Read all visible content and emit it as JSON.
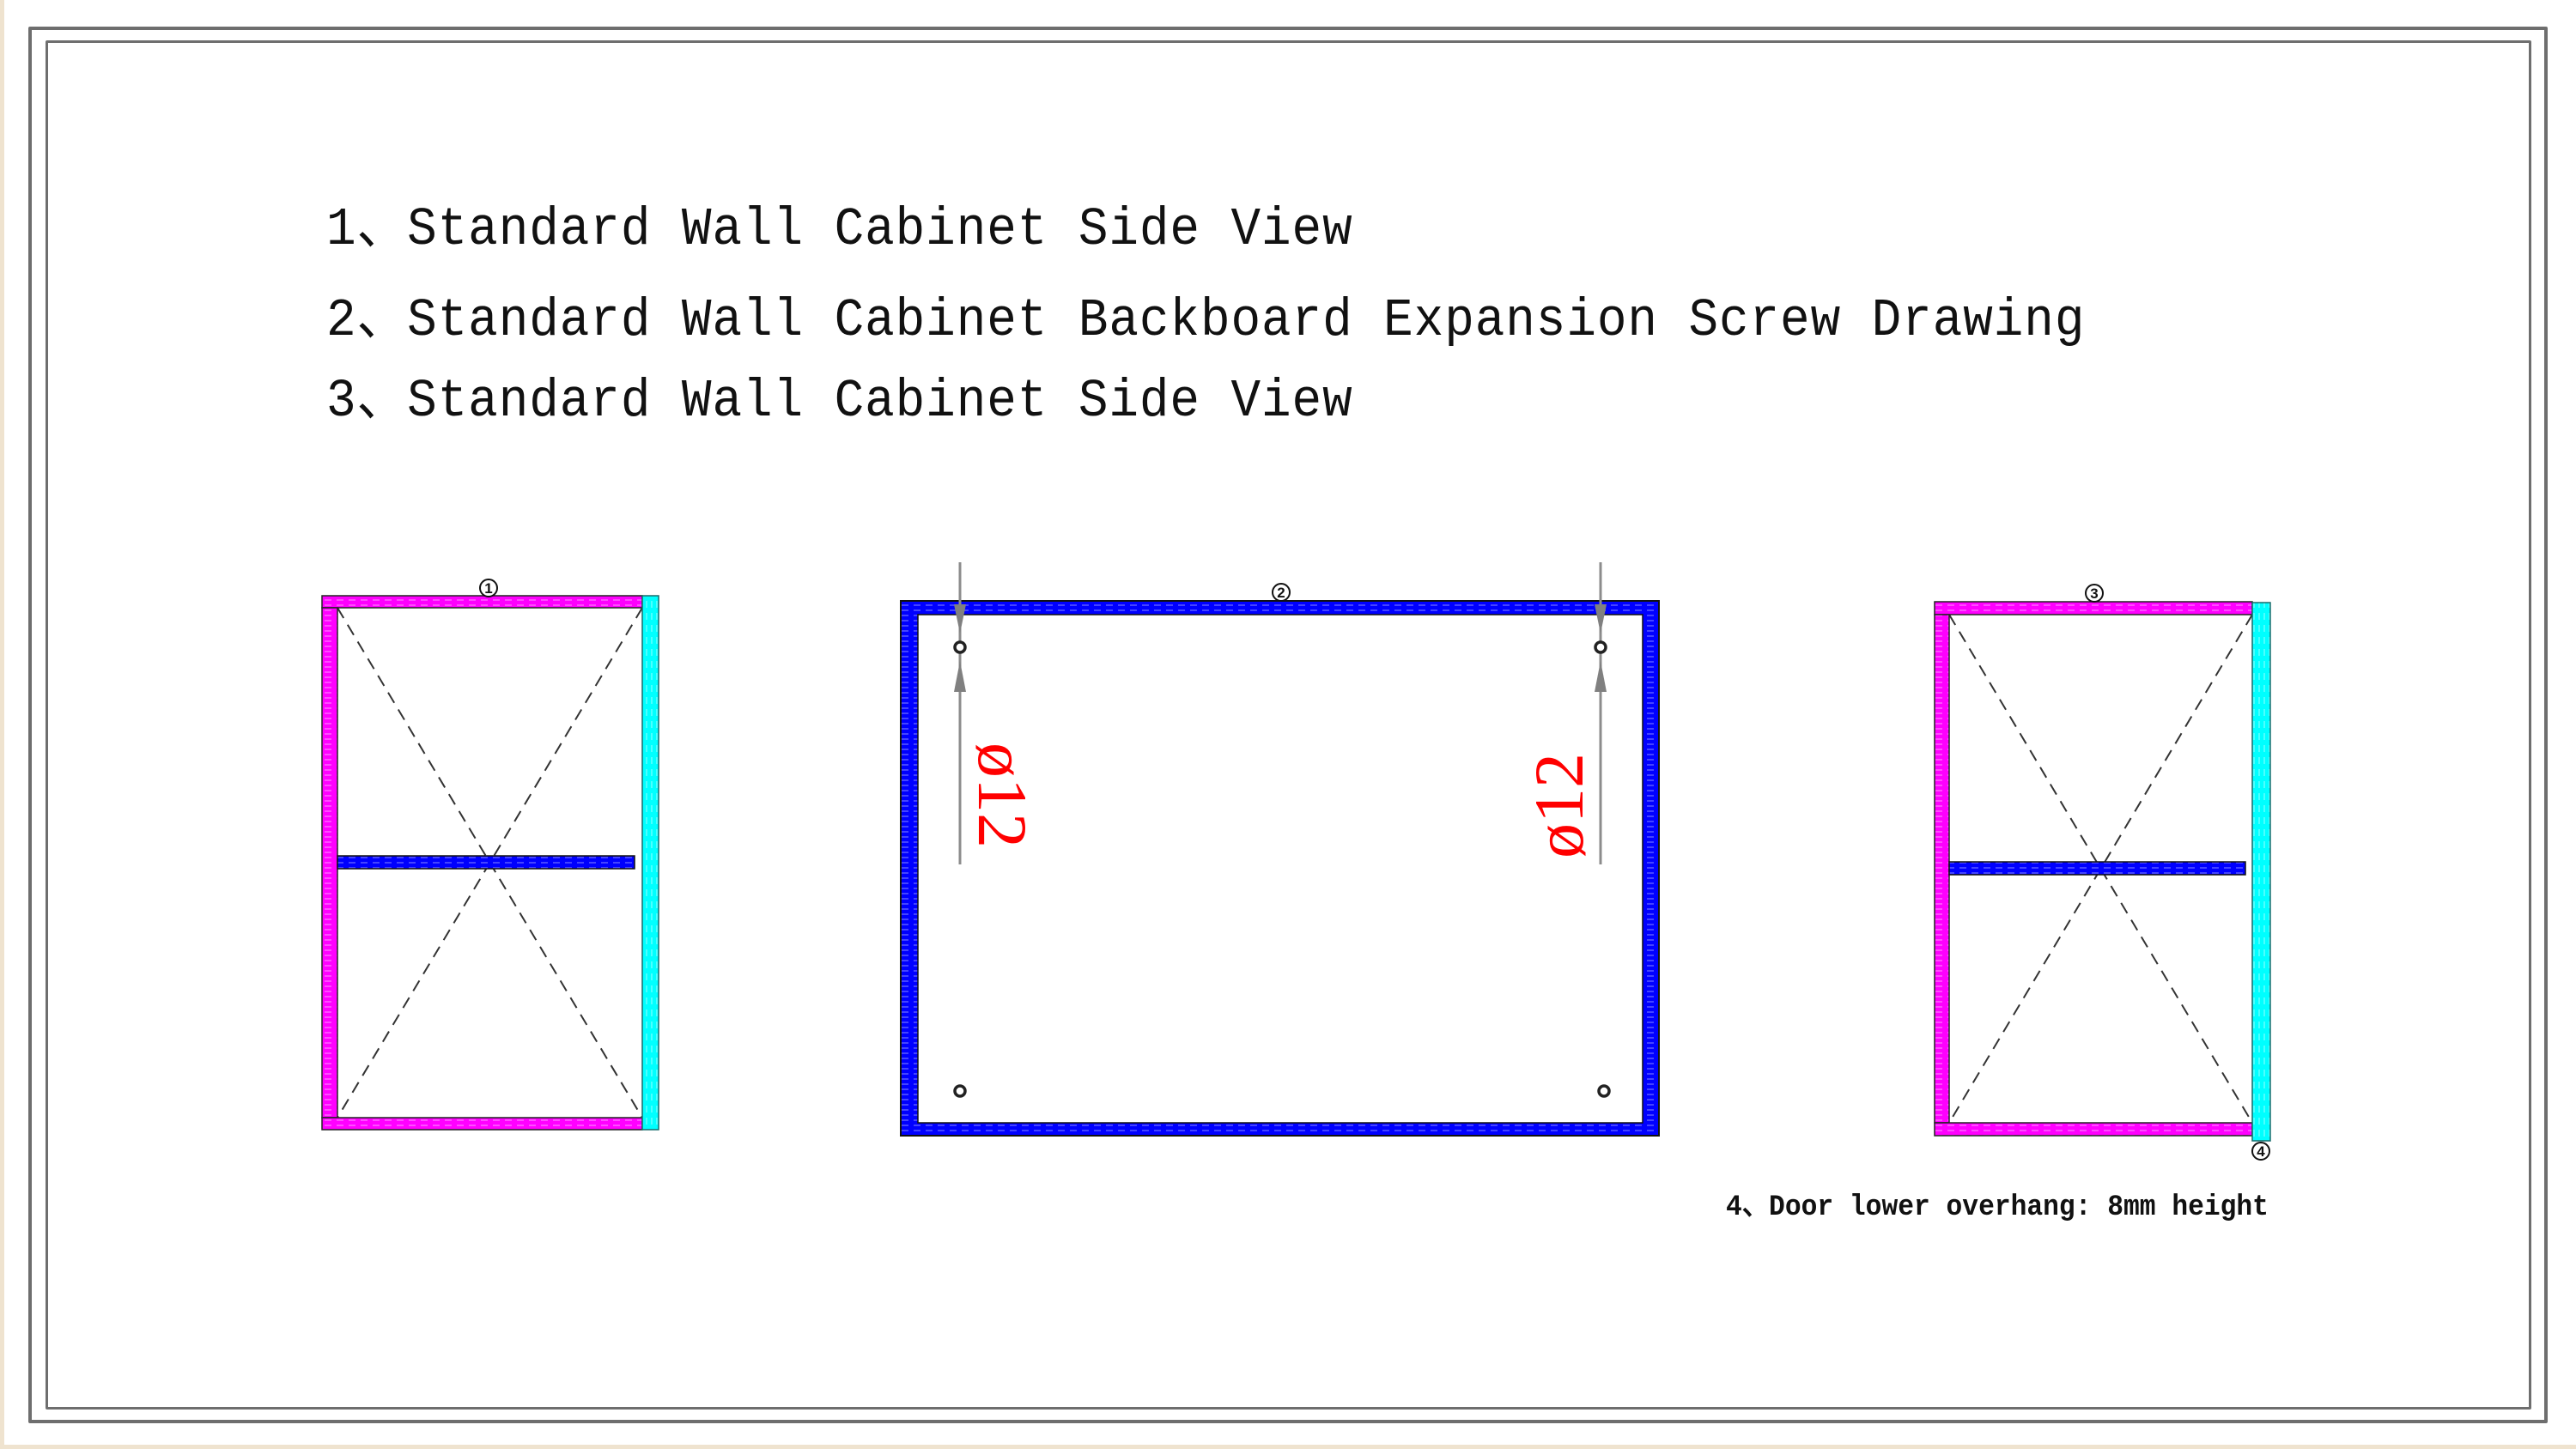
{
  "titles": [
    "1、Standard Wall Cabinet Side View",
    "2、Standard Wall Cabinet Backboard Expansion Screw Drawing",
    "3、Standard Wall Cabinet Side View"
  ],
  "note": "4、Door lower overhang: 8mm height",
  "markers": {
    "m1": "1",
    "m2": "2",
    "m3": "3",
    "m4": "4"
  },
  "dimensions": {
    "left_hole_label": "ø12",
    "right_hole_label": "ø12"
  },
  "colors": {
    "side_panel": "#ff00ff",
    "shelf": "#0000ff",
    "backboard": "#0000ff",
    "door": "#00ffff",
    "dimension_text": "#ff0000",
    "leader_line": "#8c8c8c",
    "frame": "#6e6e6e"
  },
  "drawings": [
    {
      "id": "side-view-1",
      "marker": "1",
      "description": "Standard Wall Cabinet Side View"
    },
    {
      "id": "backboard-2",
      "marker": "2",
      "description": "Standard Wall Cabinet Backboard Expansion Screw Drawing",
      "hole_count": 4,
      "hole_diameter": "ø12"
    },
    {
      "id": "side-view-3",
      "marker": "3",
      "description": "Standard Wall Cabinet Side View",
      "door_overhang_marker": "4"
    }
  ]
}
